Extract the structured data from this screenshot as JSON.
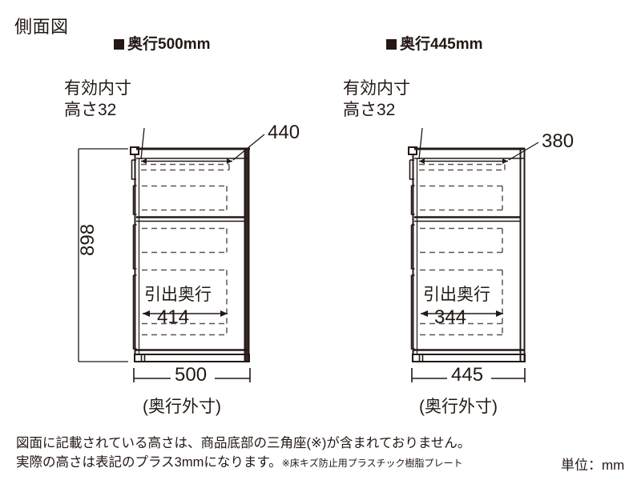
{
  "page": {
    "title": "側面図",
    "unit_label": "単位：mm",
    "notes": [
      "図面に記載されている高さは、商品底部の三角座(※)が含まれておりません。",
      "実際の高さは表記のプラス3mmになります。",
      "※床キズ防止用プラスチック樹脂プレート"
    ]
  },
  "left_drawing": {
    "heading": "奥行500mm",
    "inner_label_line1": "有効内寸",
    "inner_label_line2": "高さ32",
    "top_inner_depth": "440",
    "height": "898",
    "drawer_caption": "引出奥行",
    "drawer_depth": "414",
    "outer_depth": "500",
    "outer_caption": "(奥行外寸)"
  },
  "right_drawing": {
    "heading": "奥行445mm",
    "inner_label_line1": "有効内寸",
    "inner_label_line2": "高さ32",
    "top_inner_depth": "380",
    "drawer_caption": "引出奥行",
    "drawer_depth": "344",
    "outer_depth": "445",
    "outer_caption": "(奥行外寸)"
  },
  "colors": {
    "line": "#231815",
    "hidden_line": "#5b5552",
    "background": "#ffffff"
  }
}
